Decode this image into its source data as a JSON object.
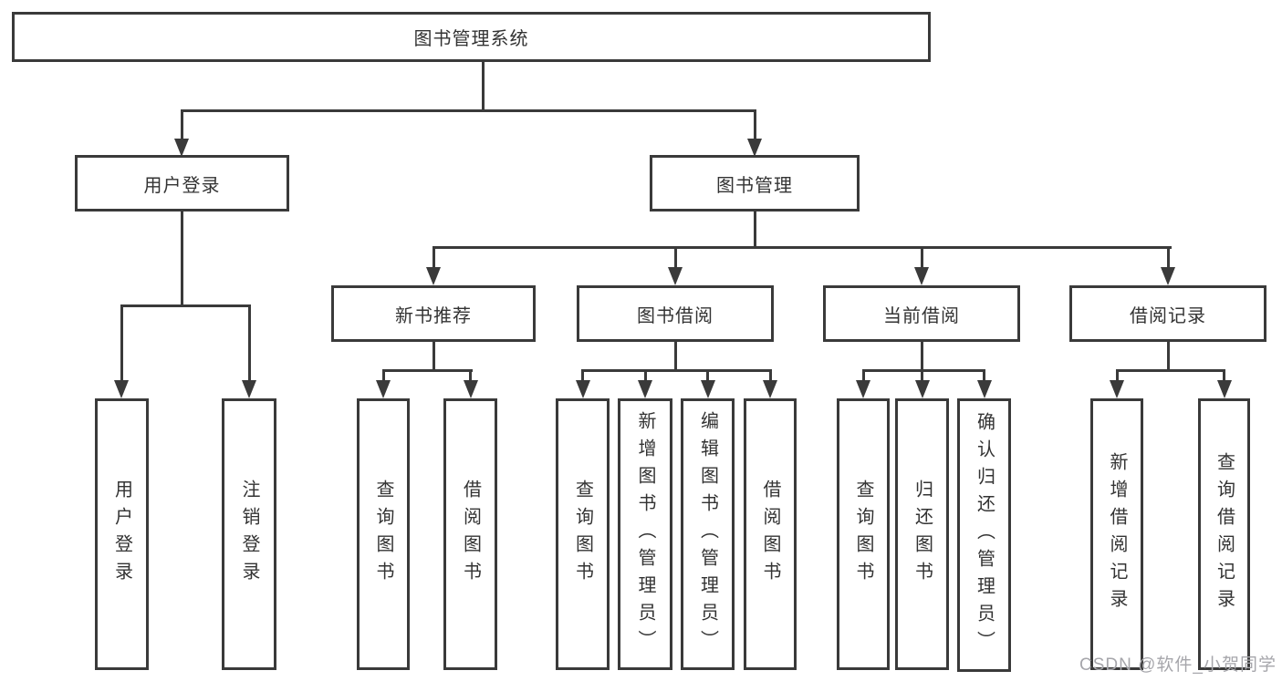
{
  "diagram_type": "hierarchy-tree",
  "tree": {
    "label": "图书管理系统",
    "children": [
      {
        "label": "用户登录",
        "children": [
          {
            "label": "用户登录"
          },
          {
            "label": "注销登录"
          }
        ]
      },
      {
        "label": "图书管理",
        "children": [
          {
            "label": "新书推荐",
            "children": [
              {
                "label": "查询图书"
              },
              {
                "label": "借阅图书"
              }
            ]
          },
          {
            "label": "图书借阅",
            "children": [
              {
                "label": "查询图书"
              },
              {
                "label": "新增图书（管理员）"
              },
              {
                "label": "编辑图书（管理员）"
              },
              {
                "label": "借阅图书"
              }
            ]
          },
          {
            "label": "当前借阅",
            "children": [
              {
                "label": "查询图书"
              },
              {
                "label": "归还图书"
              },
              {
                "label": "确认归还（管理员）"
              }
            ]
          },
          {
            "label": "借阅记录",
            "children": [
              {
                "label": "新增借阅记录"
              },
              {
                "label": "查询借阅记录"
              }
            ]
          }
        ]
      }
    ]
  },
  "watermark": {
    "text": "CSDN @软件_小贺同学"
  },
  "colors": {
    "line": "#3a3a3a",
    "box_border": "#3a3a3a",
    "box_fill": "#ffffff",
    "text": "#333333",
    "watermark": "#a6a6ab",
    "background": "#ffffff"
  }
}
